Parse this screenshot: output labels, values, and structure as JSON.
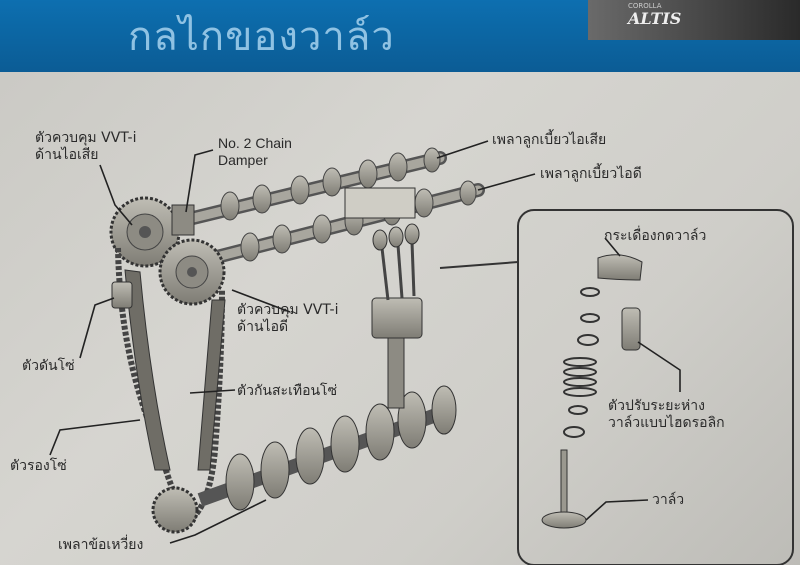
{
  "header": {
    "title": "กลไกของวาล์ว",
    "logo_small": "COROLLA",
    "logo_text": "ALTIS",
    "accent": "#0d6fb0"
  },
  "labels": {
    "vvt_exhaust_line1": "ตัวควบคุม VVT-i",
    "vvt_exhaust_line2": "ด้านไอเสีย",
    "chain_damper_line1": "No. 2 Chain",
    "chain_damper_line2": "Damper",
    "exhaust_camshaft": "เพลาลูกเบี้ยวไอเสีย",
    "intake_camshaft": "เพลาลูกเบี้ยวไอดี",
    "rocker_arm": "กระเดื่องกดวาล์ว",
    "chain_tensioner": "ตัวดันโซ่",
    "vvt_intake_line1": "ตัวควบคุม VVT-i",
    "vvt_intake_line2": "ด้านไอดี",
    "chain_vibration_damper": "ตัวกันสะเทือนโซ่",
    "lash_adjuster_line1": "ตัวปรับระยะห่าง",
    "lash_adjuster_line2": "วาล์วแบบไฮดรอลิก",
    "chain_guide": "ตัวรองโซ่",
    "valve": "วาล์ว",
    "crankshaft": "เพลาข้อเหวี่ยง"
  }
}
